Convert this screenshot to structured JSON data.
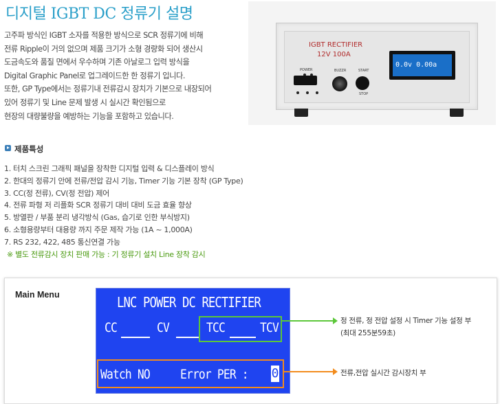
{
  "header": {
    "title": "디지털 IGBT DC 정류기 설명"
  },
  "description": {
    "lines": [
      "고주파 방식인 IGBT 소자를 적용한 방식으로 SCR 정류기에 비해",
      "전류 Ripple이 거의 없으며  제품 크기가 소형 경량화 되어 생산시",
      "도금속도와 품질 면에서 우수하며 기존 아날로그 입력 방식을",
      "Digital Graphic Panel로 업그레이드한 한 정류기 입니다.",
      "또한, GP Type에서는 정류기내 전류감시 장치가 기본으로 내장되어",
      "있어 정류기 및 Line 문제 발생 시 실시간 확인됨으로",
      "현장의 대량불량을 예방하는 기능을 포함하고 있습니다."
    ]
  },
  "product_photo": {
    "label_line1": "IGBT RECTIFIER",
    "label_line2": "12V  100A",
    "lcd_text": "0.0v 0.00a",
    "power_label": "POWER",
    "buzzer_label": "BUZZR",
    "start_label": "START",
    "stop_label": "STOP"
  },
  "features": {
    "title": "제품특성",
    "items": [
      "1. 터치 스크린 그래픽 패널을 장착한 디지털 입력 & 디스플레이 방식",
      "2. 한대의 정류기 안에 전류/전압 감시 기능, Timer 기능 기본 장착 (GP  Type)",
      "3. CC(정 전류), CV(정 전압) 제어",
      "4. 전류 파형 저 리플화 SCR 정류기 대비 대비 도금 효율 향상",
      "5. 방열판 / 부품 분리 냉각방식 (Gas, 습기로 인한 부식방지)",
      "6. 소형용량부터 대용량 까지 주문 제작 가능 (1A ~ 1,000A)",
      "7. RS 232, 422, 485 통신연결 가능"
    ],
    "note": "※ 별도 전류감시 장치 판매 가능 : 기 정류기 설치 Line 장착 감시"
  },
  "main_menu": {
    "title": "Main Menu",
    "screen": {
      "heading": "LNC POWER DC RECTIFIER",
      "cc": "CC",
      "cv": "CV",
      "tcc": "TCC",
      "tcv": "TCV",
      "watch": "Watch NO",
      "error": "Error PER :",
      "error_value": "0"
    },
    "annotations": {
      "timer_line1": "정 전류, 정 전압 설정 시 Timer 기능 설정 부",
      "timer_line2": "(최대 255분59초)",
      "monitor": "전류,전압 실시간 감시장치 부"
    },
    "colors": {
      "screen_bg": "#1f44f0",
      "timer_highlight": "#5cc73a",
      "monitor_highlight": "#f28b1c"
    }
  }
}
